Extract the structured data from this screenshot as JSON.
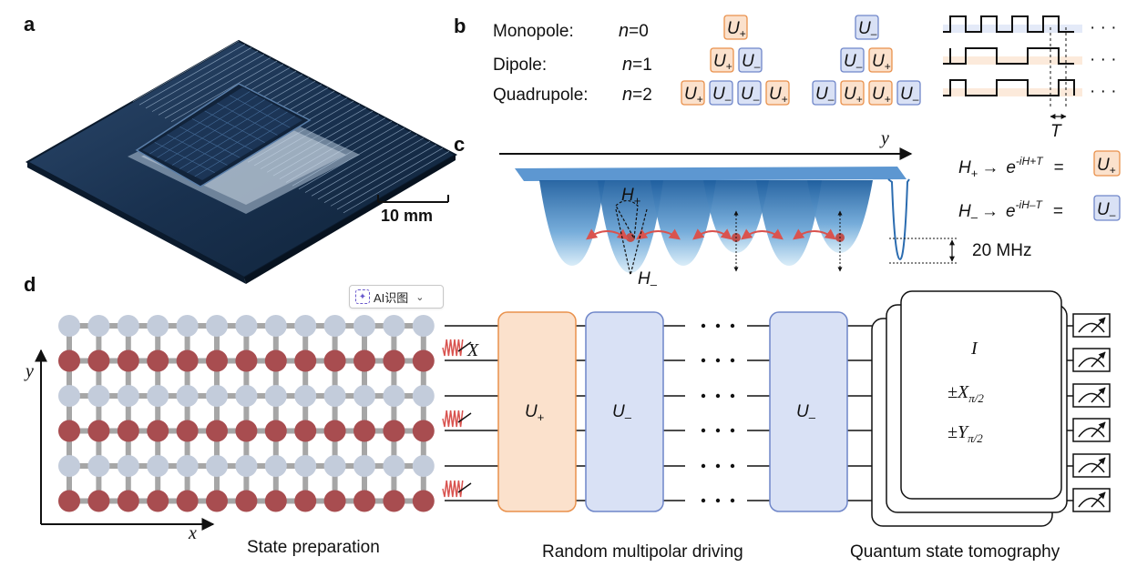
{
  "panels": {
    "a": "a",
    "b": "b",
    "c": "c",
    "d": "d"
  },
  "panel_a": {
    "scale_label": "10 mm"
  },
  "panel_b": {
    "rows": [
      {
        "name": "Monopole:",
        "n_sym": "n",
        "n_val": "=0"
      },
      {
        "name": "Dipole:",
        "n_sym": "n",
        "n_val": "=1"
      },
      {
        "name": "Quadrupole:",
        "n_sym": "n",
        "n_val": "=2"
      }
    ],
    "u_plus_letter": "U",
    "u_plus_sub": "+",
    "u_minus_sub": "–",
    "dots": "· · ·",
    "period_label": "T"
  },
  "panel_c": {
    "axis_label": "y",
    "h_plus_label": "H",
    "h_plus_sub": "+",
    "h_minus_label": "H",
    "h_minus_sub": "–",
    "arrow_text": "→",
    "exp_plus": "e",
    "exp_plus_sup": "-iH+T",
    "exp_minus": "e",
    "exp_minus_sup": "-iH–T",
    "equals": "=",
    "depth_label": "20 MHz"
  },
  "panel_d": {
    "x_label": "x",
    "y_label": "y",
    "x_gate_label": "X",
    "gate_u_plus": "U",
    "gate_u_plus_sub": "+",
    "gate_u_minus": "U",
    "gate_u_minus_sub": "–",
    "dots": "· · · ·",
    "tomo_ops": [
      "I",
      "±X",
      "±Y"
    ],
    "tomo_sub": "π/2",
    "caption_state": "State preparation",
    "caption_driving": "Random multipolar driving",
    "caption_tomo": "Quantum state tomography"
  },
  "ai_badge": {
    "label": "AI识图",
    "chevron": "⌄"
  },
  "colors": {
    "u_plus_fill": "#fbe1cc",
    "u_plus_stroke": "#e9914c",
    "u_minus_fill": "#d9e1f5",
    "u_minus_stroke": "#6f86c9",
    "qubit_excited": "#a84d50",
    "qubit_ground": "#c3ccdb",
    "coupler": "#a6a6a6"
  }
}
